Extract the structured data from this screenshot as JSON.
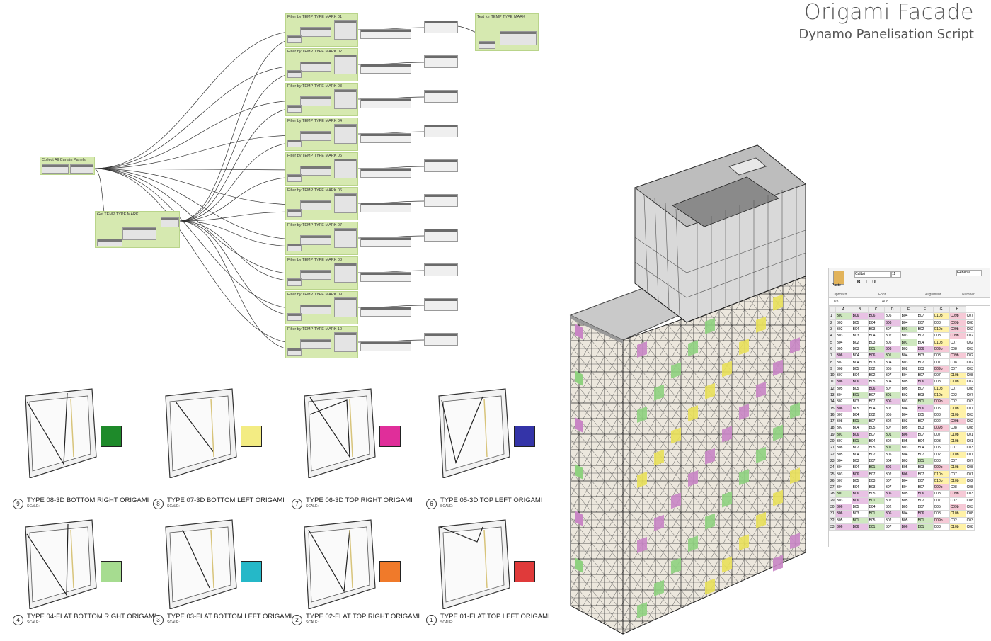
{
  "header": {
    "title": "Origami Facade",
    "subtitle": "Dynamo Panelisation Script"
  },
  "dynamo": {
    "collect_group": "Collect All Curtain Panels",
    "get_group": "Get TEMP TYPE MARK",
    "test_group": "Test for TEMP TYPE MARK",
    "filters": [
      "Filter by TEMP TYPE MARK 01",
      "Filter by TEMP TYPE MARK 02",
      "Filter by TEMP TYPE MARK 03",
      "Filter by TEMP TYPE MARK 04",
      "Filter by TEMP TYPE MARK 05",
      "Filter by TEMP TYPE MARK 06",
      "Filter by TEMP TYPE MARK 07",
      "Filter by TEMP TYPE MARK 08",
      "Filter by TEMP TYPE MARK 09",
      "Filter by TEMP TYPE MARK 10"
    ]
  },
  "panel_types": [
    {
      "number": "9",
      "label": "TYPE 08-3D BOTTOM RIGHT ORIGAMI",
      "scale": "SCALE:",
      "color": "#1e8a2a"
    },
    {
      "number": "8",
      "label": "TYPE 07-3D BOTTOM LEFT ORIGAMI",
      "scale": "SCALE:",
      "color": "#f3ec83"
    },
    {
      "number": "7",
      "label": "TYPE 06-3D TOP RIGHT ORIGAMI",
      "scale": "SCALE:",
      "color": "#e02e9a"
    },
    {
      "number": "6",
      "label": "TYPE 05-3D TOP LEFT ORIGAMI",
      "scale": "SCALE:",
      "color": "#3434a8"
    },
    {
      "number": "4",
      "label": "TYPE 04-FLAT BOTTOM RIGHT ORIGAMI",
      "scale": "SCALE:",
      "color": "#a6dc90"
    },
    {
      "number": "3",
      "label": "TYPE 03-FLAT BOTTOM LEFT ORIGAMI",
      "scale": "SCALE:",
      "color": "#25b8c8"
    },
    {
      "number": "2",
      "label": "TYPE 02-FLAT TOP RIGHT ORIGAMI",
      "scale": "SCALE:",
      "color": "#f07a2a"
    },
    {
      "number": "1",
      "label": "TYPE 01-FLAT TOP LEFT ORIGAMI",
      "scale": "SCALE:",
      "color": "#e03a3a"
    }
  ],
  "spreadsheet": {
    "font_name": "Calibri",
    "font_size": "11",
    "format": "General",
    "groups": [
      "Clipboard",
      "Font",
      "Alignment",
      "Number"
    ],
    "paste_label": "Paste",
    "name_box": "O28",
    "formula": "A08",
    "columns": [
      "A",
      "B",
      "C",
      "D",
      "E",
      "F",
      "G",
      "H"
    ],
    "rows": [
      [
        "1",
        "B01",
        "B06",
        "B06",
        "B05",
        "B04",
        "B07",
        "C10b",
        "C09b",
        "C07"
      ],
      [
        "2",
        "B03",
        "B05",
        "B04",
        "B06",
        "B04",
        "B07",
        "C08",
        "C09b",
        "C08"
      ],
      [
        "3",
        "B02",
        "B04",
        "B03",
        "B07",
        "B01",
        "B02",
        "C10b",
        "C09b",
        "C02"
      ],
      [
        "4",
        "B03",
        "B03",
        "B04",
        "B02",
        "B03",
        "B02",
        "C08",
        "C09b",
        "C02"
      ],
      [
        "5",
        "B04",
        "B02",
        "B03",
        "B05",
        "B01",
        "B04",
        "C10b",
        "C07",
        "C02"
      ],
      [
        "6",
        "B05",
        "B03",
        "B01",
        "B06",
        "B03",
        "B06",
        "C09b",
        "C08",
        "C03"
      ],
      [
        "7",
        "B06",
        "B04",
        "B06",
        "B01",
        "B04",
        "B03",
        "C08",
        "C09b",
        "C02"
      ],
      [
        "8",
        "B07",
        "B04",
        "B03",
        "B04",
        "B03",
        "B02",
        "C07",
        "C08",
        "C02"
      ],
      [
        "9",
        "B08",
        "B05",
        "B02",
        "B05",
        "B02",
        "B03",
        "C09b",
        "C07",
        "C03"
      ],
      [
        "10",
        "B07",
        "B04",
        "B02",
        "B07",
        "B04",
        "B07",
        "C07",
        "C10b",
        "C08"
      ],
      [
        "11",
        "B06",
        "B06",
        "B05",
        "B04",
        "B05",
        "B06",
        "C08",
        "C10b",
        "C02"
      ],
      [
        "12",
        "B05",
        "B05",
        "B06",
        "B07",
        "B05",
        "B07",
        "C10b",
        "C07",
        "C08"
      ],
      [
        "13",
        "B04",
        "B01",
        "B07",
        "B01",
        "B02",
        "B03",
        "C10b",
        "C02",
        "C07"
      ],
      [
        "14",
        "B02",
        "B03",
        "B07",
        "B06",
        "B03",
        "B01",
        "C09b",
        "C02",
        "C03"
      ],
      [
        "15",
        "B06",
        "B05",
        "B04",
        "B07",
        "B04",
        "B06",
        "C05",
        "C10b",
        "C07"
      ],
      [
        "16",
        "B07",
        "B04",
        "B02",
        "B05",
        "B04",
        "B05",
        "C03",
        "C10b",
        "C03"
      ],
      [
        "17",
        "B08",
        "B01",
        "B07",
        "B02",
        "B03",
        "B07",
        "C02",
        "C09b",
        "C02"
      ],
      [
        "18",
        "B07",
        "B04",
        "B05",
        "B07",
        "B05",
        "B03",
        "C09b",
        "C08",
        "C08"
      ],
      [
        "19",
        "B01",
        "B06",
        "B07",
        "B01",
        "B06",
        "B07",
        "C07",
        "C10b",
        "C01"
      ],
      [
        "20",
        "B07",
        "B01",
        "B04",
        "B02",
        "B05",
        "B04",
        "C03",
        "C10b",
        "C01"
      ],
      [
        "21",
        "B08",
        "B02",
        "B05",
        "B01",
        "B03",
        "B04",
        "C05",
        "C07",
        "C03"
      ],
      [
        "22",
        "B05",
        "B04",
        "B02",
        "B05",
        "B04",
        "B07",
        "C02",
        "C10b",
        "C01"
      ],
      [
        "23",
        "B04",
        "B03",
        "B07",
        "B04",
        "B03",
        "B01",
        "C08",
        "C07",
        "C07"
      ],
      [
        "24",
        "B04",
        "B04",
        "B01",
        "B06",
        "B05",
        "B03",
        "C09b",
        "C10b",
        "C08"
      ],
      [
        "25",
        "B03",
        "B06",
        "B07",
        "B02",
        "B06",
        "B07",
        "C10b",
        "C07",
        "C01"
      ],
      [
        "26",
        "B07",
        "B05",
        "B03",
        "B07",
        "B04",
        "B07",
        "C10b",
        "C10b",
        "C02"
      ],
      [
        "27",
        "B04",
        "B04",
        "B03",
        "B07",
        "B04",
        "B07",
        "C09b",
        "C08",
        "C08"
      ],
      [
        "28",
        "B01",
        "B06",
        "B05",
        "B06",
        "B05",
        "B06",
        "C08",
        "C09b",
        "C03"
      ],
      [
        "29",
        "B03",
        "B06",
        "B01",
        "B02",
        "B05",
        "B02",
        "C07",
        "C02",
        "C08"
      ],
      [
        "30",
        "B06",
        "B05",
        "B04",
        "B02",
        "B05",
        "B07",
        "C05",
        "C09b",
        "C03"
      ],
      [
        "31",
        "B06",
        "B03",
        "B01",
        "B06",
        "B04",
        "B06",
        "C08",
        "C10b",
        "C08"
      ],
      [
        "32",
        "B05",
        "B01",
        "B05",
        "B02",
        "B05",
        "B01",
        "C09b",
        "C02",
        "C03"
      ],
      [
        "33",
        "B06",
        "B06",
        "B01",
        "B07",
        "B06",
        "B01",
        "C08",
        "C10b",
        "C08"
      ]
    ]
  }
}
